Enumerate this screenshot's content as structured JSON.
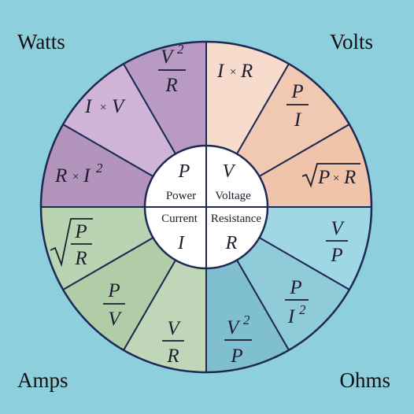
{
  "corners": {
    "top_left": "Watts",
    "top_right": "Volts",
    "bottom_left": "Amps",
    "bottom_right": "Ohms"
  },
  "center": {
    "power": {
      "symbol": "P",
      "label": "Power"
    },
    "voltage": {
      "symbol": "V",
      "label": "Voltage"
    },
    "current": {
      "symbol": "I",
      "label": "Current"
    },
    "resistance": {
      "symbol": "R",
      "label": "Resistance"
    }
  },
  "formulas": {
    "watts": [
      {
        "left": "I",
        "op": "×",
        "right": "V"
      },
      {
        "num": "V",
        "sup": "2",
        "den": "R"
      },
      {
        "left": "R",
        "op": "×",
        "right": "I",
        "sup": "2"
      }
    ],
    "volts": [
      {
        "left": "I",
        "op": "×",
        "right": "R"
      },
      {
        "num": "P",
        "den": "I"
      },
      {
        "rad_left": "P",
        "op": "×",
        "rad_right": "R"
      }
    ],
    "ohms": [
      {
        "num": "V",
        "den": "P"
      },
      {
        "num": "P",
        "den": "I",
        "den_sup": "2"
      },
      {
        "num": "V",
        "sup": "2",
        "den": "P"
      }
    ],
    "amps": [
      {
        "rad_num": "P",
        "rad_den": "R"
      },
      {
        "num": "P",
        "den": "V"
      },
      {
        "num": "V",
        "den": "R"
      }
    ]
  },
  "colors": {
    "background": "#8ecfdd",
    "watts_segments": [
      "#b294bd",
      "#cfb4d8",
      "#b89ac4"
    ],
    "volts_segments": [
      "#f7dccd",
      "#f1c8b2",
      "#efc4ab"
    ],
    "ohms_segments": [
      "#9fd8e4",
      "#8fcbd8",
      "#7fbfd0"
    ],
    "amps_segments": [
      "#bfd6b8",
      "#b0cda8",
      "#b8d4b2"
    ],
    "center_quadrants": [
      "#ffffff",
      "#ffffff",
      "#ffffff",
      "#ffffff"
    ],
    "lines": "#1e2a54"
  }
}
